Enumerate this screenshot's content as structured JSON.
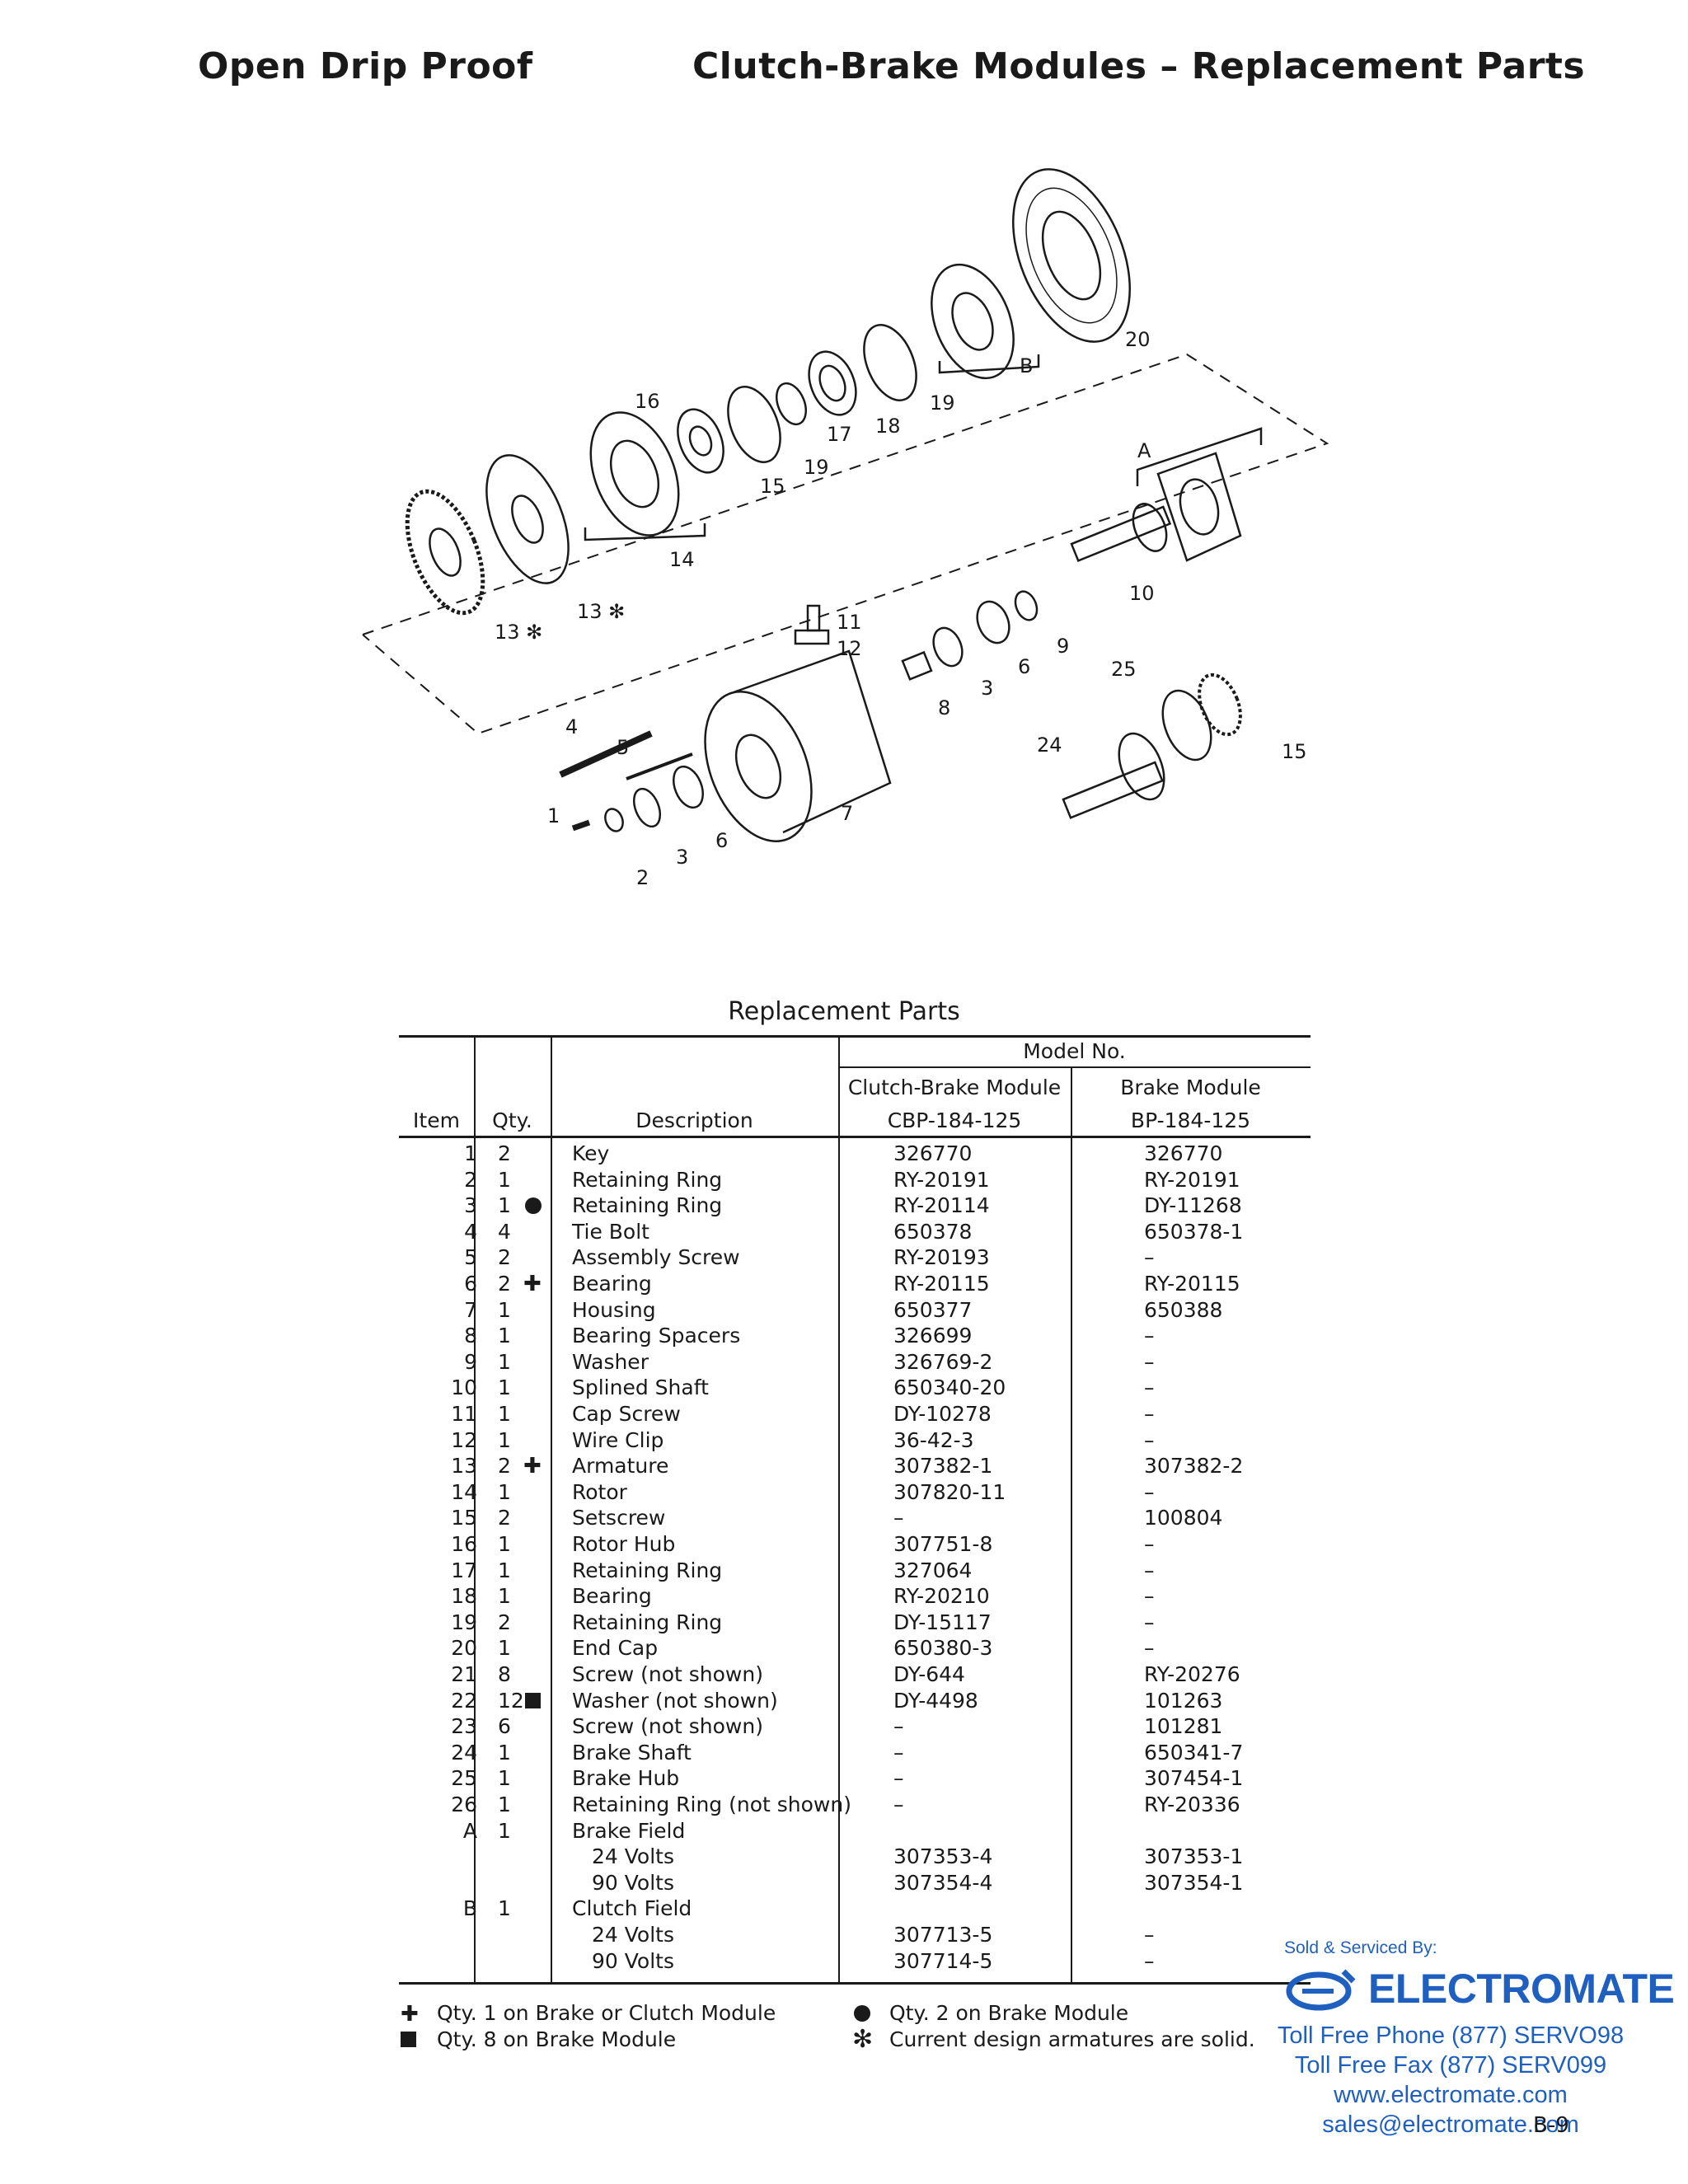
{
  "header": {
    "left": "Open Drip Proof",
    "right": "Clutch-Brake Modules – Replacement Parts"
  },
  "diagram": {
    "callouts": [
      "20",
      "B",
      "19",
      "18",
      "17",
      "16",
      "19",
      "15",
      "A",
      "14",
      "13 ✻",
      "13 ✻",
      "10",
      "11",
      "12",
      "9",
      "6",
      "3",
      "8",
      "25",
      "4",
      "5",
      "24",
      "15",
      "7",
      "1",
      "6",
      "3",
      "2"
    ]
  },
  "table": {
    "title": "Replacement Parts",
    "model_no": "Model No.",
    "col_item": "Item",
    "col_qty": "Qty.",
    "col_desc": "Description",
    "cb_module": "Clutch-Brake Module",
    "cb_part": "CBP-184-125",
    "bm_module": "Brake Module",
    "bm_part": "BP-184-125",
    "rows": [
      {
        "item": "1",
        "qty": "2",
        "mark": "",
        "desc": "Key",
        "cb": "326770",
        "bm": "326770"
      },
      {
        "item": "2",
        "qty": "1",
        "mark": "",
        "desc": "Retaining Ring",
        "cb": "RY-20191",
        "bm": "RY-20191"
      },
      {
        "item": "3",
        "qty": "1",
        "mark": "dot",
        "desc": "Retaining Ring",
        "cb": "RY-20114",
        "bm": "DY-11268"
      },
      {
        "item": "4",
        "qty": "4",
        "mark": "",
        "desc": "Tie Bolt",
        "cb": "650378",
        "bm": "650378-1"
      },
      {
        "item": "5",
        "qty": "2",
        "mark": "",
        "desc": "Assembly Screw",
        "cb": "RY-20193",
        "bm": "–"
      },
      {
        "item": "6",
        "qty": "2",
        "mark": "plus",
        "desc": "Bearing",
        "cb": "RY-20115",
        "bm": "RY-20115"
      },
      {
        "item": "7",
        "qty": "1",
        "mark": "",
        "desc": "Housing",
        "cb": "650377",
        "bm": "650388"
      },
      {
        "item": "8",
        "qty": "1",
        "mark": "",
        "desc": "Bearing Spacers",
        "cb": "326699",
        "bm": "–"
      },
      {
        "item": "9",
        "qty": "1",
        "mark": "",
        "desc": "Washer",
        "cb": "326769-2",
        "bm": "–"
      },
      {
        "item": "10",
        "qty": "1",
        "mark": "",
        "desc": "Splined Shaft",
        "cb": "650340-20",
        "bm": "–"
      },
      {
        "item": "11",
        "qty": "1",
        "mark": "",
        "desc": "Cap Screw",
        "cb": "DY-10278",
        "bm": "–"
      },
      {
        "item": "12",
        "qty": "1",
        "mark": "",
        "desc": "Wire Clip",
        "cb": "36-42-3",
        "bm": "–"
      },
      {
        "item": "13",
        "qty": "2",
        "mark": "plus",
        "desc": "Armature",
        "cb": "307382-1",
        "bm": "307382-2"
      },
      {
        "item": "14",
        "qty": "1",
        "mark": "",
        "desc": "Rotor",
        "cb": "307820-11",
        "bm": "–"
      },
      {
        "item": "15",
        "qty": "2",
        "mark": "",
        "desc": "Setscrew",
        "cb": "–",
        "bm": "100804"
      },
      {
        "item": "16",
        "qty": "1",
        "mark": "",
        "desc": "Rotor Hub",
        "cb": "307751-8",
        "bm": "–"
      },
      {
        "item": "17",
        "qty": "1",
        "mark": "",
        "desc": "Retaining Ring",
        "cb": "327064",
        "bm": "–"
      },
      {
        "item": "18",
        "qty": "1",
        "mark": "",
        "desc": "Bearing",
        "cb": "RY-20210",
        "bm": "–"
      },
      {
        "item": "19",
        "qty": "2",
        "mark": "",
        "desc": "Retaining Ring",
        "cb": "DY-15117",
        "bm": "–"
      },
      {
        "item": "20",
        "qty": "1",
        "mark": "",
        "desc": "End Cap",
        "cb": "650380-3",
        "bm": "–"
      },
      {
        "item": "21",
        "qty": "8",
        "mark": "",
        "desc": "Screw (not shown)",
        "cb": "DY-644",
        "bm": "RY-20276"
      },
      {
        "item": "22",
        "qty": "12",
        "mark": "square",
        "desc": "Washer (not shown)",
        "cb": "DY-4498",
        "bm": "101263"
      },
      {
        "item": "23",
        "qty": "6",
        "mark": "",
        "desc": "Screw (not shown)",
        "cb": "–",
        "bm": "101281"
      },
      {
        "item": "24",
        "qty": "1",
        "mark": "",
        "desc": "Brake Shaft",
        "cb": "–",
        "bm": "650341-7"
      },
      {
        "item": "25",
        "qty": "1",
        "mark": "",
        "desc": "Brake Hub",
        "cb": "–",
        "bm": "307454-1"
      },
      {
        "item": "26",
        "qty": "1",
        "mark": "",
        "desc": "Retaining Ring (not shown)",
        "cb": "–",
        "bm": "RY-20336"
      },
      {
        "item": "A",
        "qty": "1",
        "mark": "",
        "desc": "Brake Field",
        "cb": "",
        "bm": ""
      },
      {
        "item": "",
        "qty": "",
        "mark": "",
        "desc": "24 Volts",
        "indent": true,
        "cb": "307353-4",
        "bm": "307353-1"
      },
      {
        "item": "",
        "qty": "",
        "mark": "",
        "desc": "90 Volts",
        "indent": true,
        "cb": "307354-4",
        "bm": "307354-1"
      },
      {
        "item": "B",
        "qty": "1",
        "mark": "",
        "desc": "Clutch Field",
        "cb": "",
        "bm": ""
      },
      {
        "item": "",
        "qty": "",
        "mark": "",
        "desc": "24 Volts",
        "indent": true,
        "cb": "307713-5",
        "bm": "–"
      },
      {
        "item": "",
        "qty": "",
        "mark": "",
        "desc": "90 Volts",
        "indent": true,
        "cb": "307714-5",
        "bm": "–"
      }
    ]
  },
  "legend": {
    "plus": "Qty. 1 on Brake or Clutch Module",
    "square": "Qty. 8 on Brake Module",
    "dot": "Qty. 2 on Brake Module",
    "asterisk": "Current design armatures are solid."
  },
  "dealer": {
    "sold_by": "Sold & Serviced By:",
    "brand": "ELECTROMATE",
    "phone": "Toll Free Phone  (877) SERVO98",
    "fax": "Toll Free Fax  (877) SERV099",
    "web": "www.electromate.com",
    "email": "sales@electromate.com",
    "brand_color": "#1f5fbf"
  },
  "page_number": "B-9"
}
